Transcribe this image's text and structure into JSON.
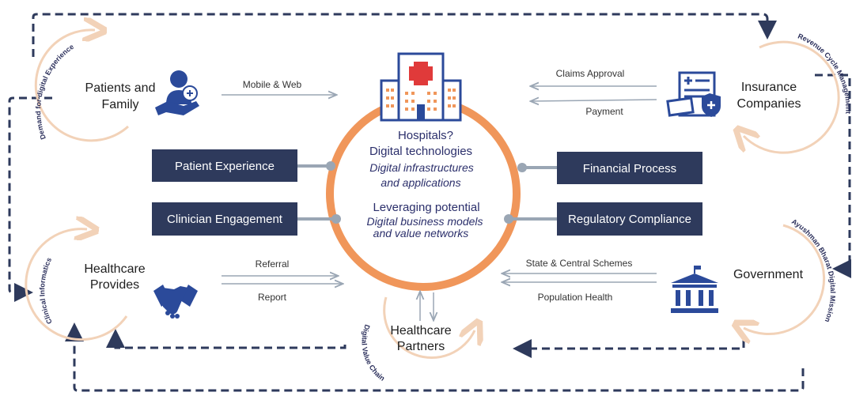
{
  "center": {
    "line1": "Hospitals?",
    "line2": "Digital technologies",
    "line3": "Digital infrastructures",
    "line4": "and applications",
    "line5": "Leveraging potential",
    "line6": "Digital business models",
    "line7": "and value networks"
  },
  "boxes": {
    "patient_experience": "Patient Experience",
    "clinician_engagement": "Clinician Engagement",
    "financial_process": "Financial Process",
    "regulatory_compliance": "Regulatory Compliance"
  },
  "nodes": {
    "patients_line1": "Patients and",
    "patients_line2": "Family",
    "insurance_line1": "Insurance",
    "insurance_line2": "Companies",
    "healthcare_line1": "Healthcare",
    "healthcare_line2": "Provides",
    "government": "Government",
    "partners_line1": "Healthcare",
    "partners_line2": "Partners"
  },
  "flows": {
    "mobile_web": "Mobile & Web",
    "claims_approval": "Claims Approval",
    "payment": "Payment",
    "referral": "Referral",
    "report": "Report",
    "state_central": "State & Central Schemes",
    "population_health": "Population Health"
  },
  "curved": {
    "demand": "Demand for digital Experience",
    "revenue": "Revenue Cycle Management",
    "clinical": "Clinical Informatics",
    "ayushman": "Ayushman Bharat Digital Mission",
    "value_chain": "Digital Value Chain"
  },
  "colors": {
    "ring": "#f0965a",
    "box": "#2e3a5c",
    "icon": "#2b4a9a",
    "cross": "#e03a3a",
    "loop": "#f2d2b8",
    "dashed": "#2e3a5c",
    "connector": "#9aa6b4"
  }
}
